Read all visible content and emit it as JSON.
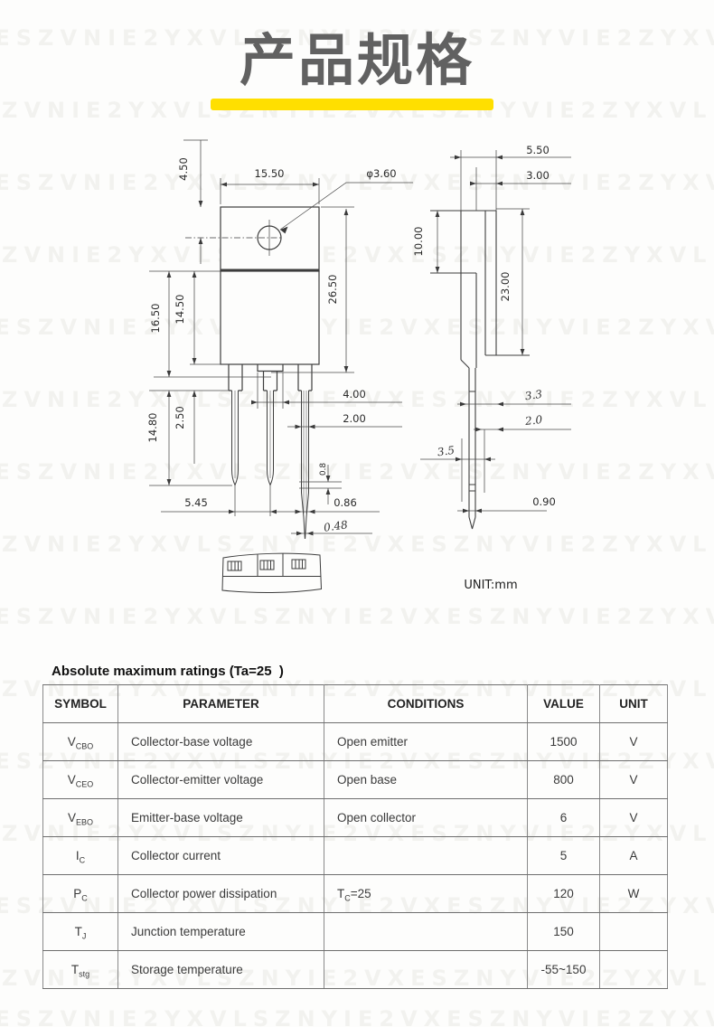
{
  "page": {
    "title": "产品规格",
    "accent_color": "#ffdf00",
    "title_color": "#616161",
    "watermark_text": "YESZVNIE2YXVLSZNYIE2VXESZNYVIE2ZYXVLSZNYE2VXISZNVYE2ZXVLS"
  },
  "drawing": {
    "unit_note": "UNIT:mm",
    "front": {
      "d4_50": "4.50",
      "d15_50": "15.50",
      "hole": "φ3.60",
      "d26_50": "26.50",
      "d16_50": "16.50",
      "d14_50": "14.50",
      "d14_80": "14.80",
      "d2_50": "2.50",
      "d4_00": "4.00",
      "d2_00": "2.00",
      "d0_8": "0.8",
      "d5_45": "5.45",
      "d0_86": "0.86",
      "d0_48": "0.48"
    },
    "side": {
      "d5_50": "5.50",
      "d3_00": "3.00",
      "d10_00": "10.00",
      "d23_00": "23.00",
      "d3_3": "3.3",
      "d2_0": "2.0",
      "d3_5": "3.5",
      "d0_90": "0.90"
    }
  },
  "ratings": {
    "title": "Absolute maximum ratings (Ta=25  )",
    "headers": [
      "SYMBOL",
      "PARAMETER",
      "CONDITIONS",
      "VALUE",
      "UNIT"
    ],
    "rows": [
      {
        "sym": "V",
        "sub": "CBO",
        "param": "Collector-base voltage",
        "cond": "Open emitter",
        "cond_sub": "",
        "cond_tail": "",
        "value": "1500",
        "unit": "V"
      },
      {
        "sym": "V",
        "sub": "CEO",
        "param": "Collector-emitter voltage",
        "cond": "Open base",
        "cond_sub": "",
        "cond_tail": "",
        "value": "800",
        "unit": "V"
      },
      {
        "sym": "V",
        "sub": "EBO",
        "param": "Emitter-base voltage",
        "cond": "Open collector",
        "cond_sub": "",
        "cond_tail": "",
        "value": "6",
        "unit": "V"
      },
      {
        "sym": "I",
        "sub": "C",
        "param": "Collector current",
        "cond": "",
        "cond_sub": "",
        "cond_tail": "",
        "value": "5",
        "unit": "A"
      },
      {
        "sym": "P",
        "sub": "C",
        "param": "Collector power dissipation",
        "cond": "T",
        "cond_sub": "C",
        "cond_tail": "=25",
        "value": "120",
        "unit": "W"
      },
      {
        "sym": "T",
        "sub": "J",
        "param": "Junction temperature",
        "cond": "",
        "cond_sub": "",
        "cond_tail": "",
        "value": "150",
        "unit": ""
      },
      {
        "sym": "T",
        "sub": "stg",
        "param": "Storage temperature",
        "cond": "",
        "cond_sub": "",
        "cond_tail": "",
        "value": "-55~150",
        "unit": ""
      }
    ]
  }
}
